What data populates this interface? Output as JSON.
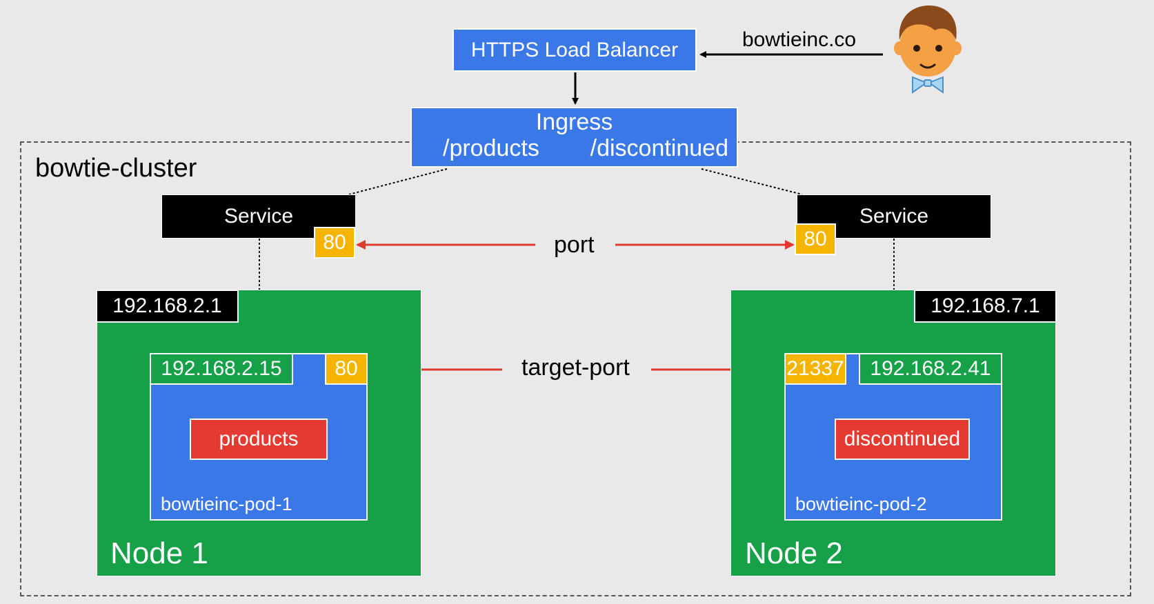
{
  "load_balancer": {
    "label": "HTTPS Load Balancer"
  },
  "user": {
    "url": "bowtieinc.co"
  },
  "ingress": {
    "title": "Ingress",
    "path_1": "/products",
    "path_2": "/discontinued"
  },
  "cluster": {
    "label": "bowtie-cluster"
  },
  "labels": {
    "port": "port",
    "target_port": "target-port"
  },
  "nodes": [
    {
      "label": "Node 1",
      "ip": "192.168.2.1",
      "service": {
        "label": "Service",
        "port": "80"
      },
      "pod": {
        "name": "bowtieinc-pod-1",
        "ip": "192.168.2.15",
        "port": "80",
        "app": "products"
      }
    },
    {
      "label": "Node 2",
      "ip": "192.168.7.1",
      "service": {
        "label": "Service",
        "port": "80"
      },
      "pod": {
        "name": "bowtieinc-pod-2",
        "ip": "192.168.2.41",
        "port": "21337",
        "app": "discontinued"
      }
    }
  ],
  "colors": {
    "background": "#e9e9e9",
    "blue": "#3b78e7",
    "green": "#16a047",
    "yellow": "#f4b400",
    "red": "#e53a31",
    "black": "#000000",
    "arrow_red": "#e03a2f"
  }
}
